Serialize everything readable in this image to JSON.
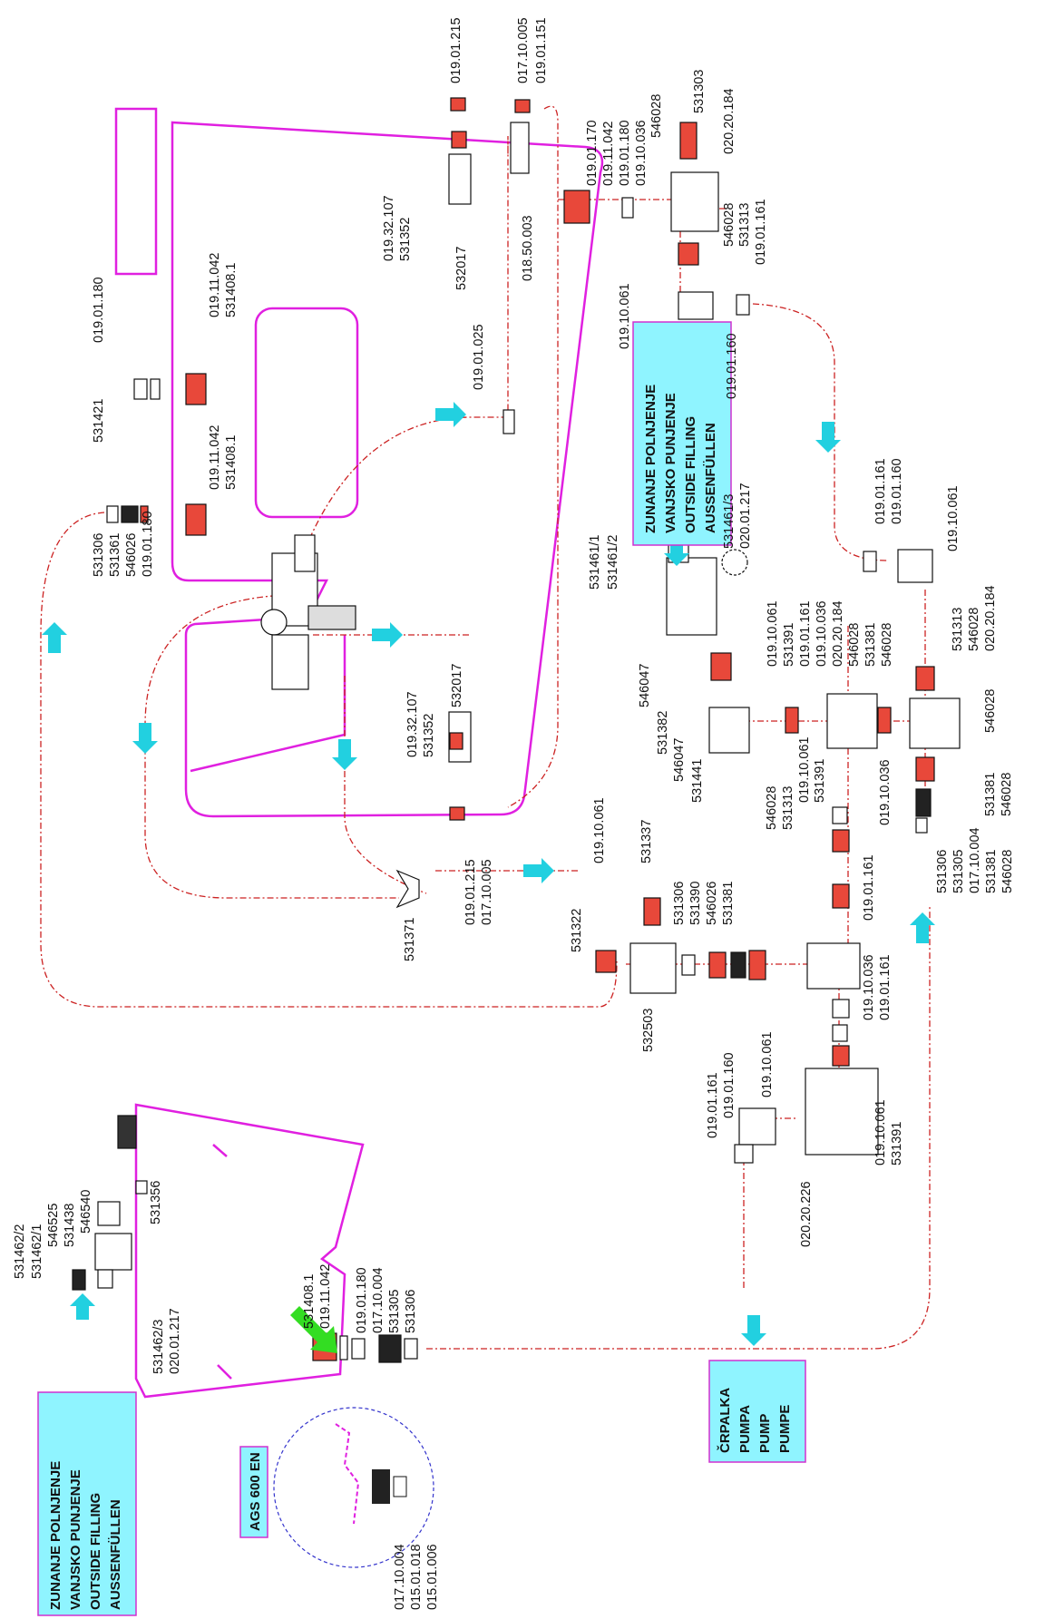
{
  "colors": {
    "tank": "#e020e0",
    "hose": "#cc2222",
    "fitting_red": "#e8483a",
    "arrow": "#22d0e0",
    "info_box": "#8ff4ff",
    "info_border": "#d030d0",
    "detail_circle": "#3333cc",
    "green_arrow": "#33dd22",
    "ink": "#111111"
  },
  "info_boxes": {
    "outside_filling_top": [
      "ZUNANJE POLNJENJE",
      "VANJSKO PUNJENJE",
      "OUTSIDE FILLING",
      "AUSSENFÜLLEN"
    ],
    "outside_filling_bottom": [
      "ZUNANJE POLNJENJE",
      "VANJSKO PUNJENJE",
      "OUTSIDE FILLING",
      "AUSSENFÜLLEN"
    ],
    "pump": [
      "ČRPALKA",
      "PUMPA",
      "PUMP",
      "PUMPE"
    ],
    "ags": "AGS 600 EN"
  },
  "labels": {
    "top_col_1": "019.01.215",
    "top_col_2": "017.10.005",
    "top_col_3": "019.01.151",
    "tr_1": "019.01.170",
    "tr_2": "019.11.042",
    "tr_3": "019.01.180",
    "tr_4": "019.10.036",
    "tr_5": "546028",
    "tr_6": "531303",
    "tr_7": "020.20.184",
    "tr_8": "546028",
    "tr_9": "531313",
    "tr_10": "019.01.161",
    "tv_1": "019.32.107",
    "tv_2": "531352",
    "tv_3": "532017",
    "tv_4": "018.50.003",
    "mv_1": "019.10.061",
    "mv_2": "019.01.160",
    "left_1": "019.01.180",
    "left_2": "531421",
    "left_3": "019.11.042",
    "left_4": "531408.1",
    "left_5": "019.11.042",
    "left_6": "531408.1",
    "left_7": "531306",
    "left_8": "531361",
    "left_9": "546026",
    "left_10": "019.01.180",
    "mid_1": "019.01.025",
    "rh_1": "019.01.161",
    "rh_2": "019.01.160",
    "rh_3": "019.10.061",
    "of_1": "531461/1",
    "of_2": "531461/2",
    "of_3": "531461/3",
    "of_4": "020.01.217",
    "cv_1": "019.10.061",
    "cv_2": "531391",
    "cv_3": "019.01.161",
    "cv_4": "019.10.036",
    "cv_5": "020.20.184",
    "cv_6": "546028",
    "cv_7": "531381",
    "cv_8": "546028",
    "cv_9": "531313",
    "cv_10": "546028",
    "cv_11": "020.20.184",
    "cv_12": "546028",
    "cv_13": "531381",
    "cv_14": "546028",
    "cv_15": "019.10.036",
    "cl_1": "546047",
    "cl_2": "531382",
    "cl_3": "546047",
    "cl_4": "531441",
    "lv_1": "019.32.107",
    "lv_2": "531352",
    "lv_3": "532017",
    "lv_4": "019.01.215",
    "lv_5": "017.10.005",
    "y_1": "531371",
    "pv_1": "019.10.061",
    "pv_2": "531337",
    "pv_3": "531322",
    "pv_4": "532503",
    "pv_5": "531306",
    "pv_6": "531390",
    "pv_7": "546026",
    "pv_8": "531381",
    "tee_1": "546028",
    "tee_2": "531313",
    "tee_3": "019.10.061",
    "tee_4": "531391",
    "tee_5": "019.01.161",
    "tee_6": "019.10.036",
    "tee_7": "019.01.161",
    "rv_1": "531306",
    "rv_2": "531305",
    "rv_3": "017.10.004",
    "rv_4": "531381",
    "rv_5": "546028",
    "f_1": "019.01.161",
    "f_2": "019.01.160",
    "f_3": "019.10.061",
    "f_4": "020.20.226",
    "f_5": "019.10.061",
    "f_6": "531391",
    "st_1": "531408.1",
    "st_2": "019.11.042",
    "st_3": "019.01.180",
    "st_4": "017.10.004",
    "st_5": "531305",
    "st_6": "531306",
    "st_7": "531356",
    "bl_1": "531462/2",
    "bl_2": "531462/1",
    "bl_3": "546525",
    "bl_4": "531438",
    "bl_5": "546540",
    "bl_6": "531462/3",
    "bl_7": "020.01.217",
    "ags_1": "017.10.004",
    "ags_2": "015.01.018",
    "ags_3": "015.01.006"
  }
}
